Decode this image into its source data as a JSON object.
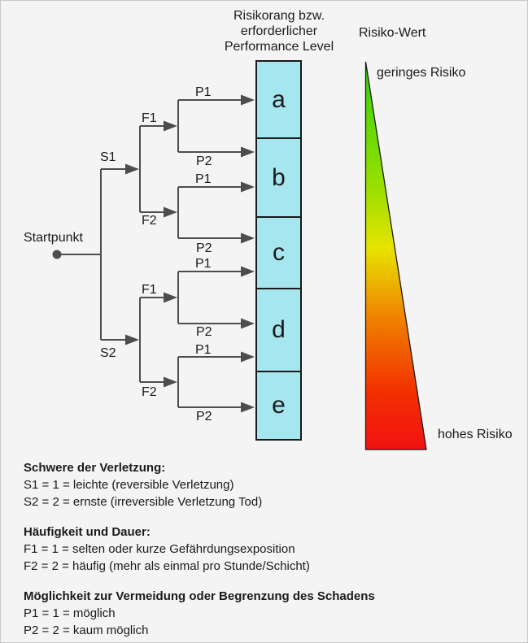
{
  "diagram": {
    "column_title_lines": [
      "Risikorang bzw.",
      "erforderlicher",
      "Performance Level"
    ],
    "risk_value_title": "Risiko-Wert",
    "risk_low_label": "geringes Risiko",
    "risk_high_label": "hohes Risiko",
    "start_label": "Startpunkt",
    "branch_labels": {
      "s1": "S1",
      "s2": "S2",
      "f1": "F1",
      "f2": "F2",
      "p1": "P1",
      "p2": "P2"
    },
    "performance_levels": [
      {
        "label": "a"
      },
      {
        "label": "b"
      },
      {
        "label": "c"
      },
      {
        "label": "d"
      },
      {
        "label": "e"
      }
    ]
  },
  "legend": {
    "blocks": [
      {
        "heading": "Schwere der Verletzung:",
        "lines": [
          "S1 = 1 = leichte (reversible Verletzung)",
          "S2 = 2 = ernste (irreversible Verletzung Tod)"
        ]
      },
      {
        "heading": "Häufigkeit und Dauer:",
        "lines": [
          "F1 = 1 = selten oder kurze Gefährdungsexposition",
          "F2 = 2 = häufig (mehr als einmal pro Stunde/Schicht)"
        ]
      },
      {
        "heading": "Möglichkeit zur Vermeidung oder Begrenzung des Schadens",
        "lines": [
          "P1 = 1 = möglich",
          "P2 = 2 = kaum möglich"
        ]
      }
    ]
  },
  "colors": {
    "background": "#f4f4f4",
    "connector": "#4d4d4d",
    "box_fill": "#a6e6ef",
    "box_border": "#1a1a1a",
    "gradient_top_green": "#2fd408",
    "gradient_mid_yellow": "#e8e400",
    "gradient_bottom_red": "#f21212"
  }
}
